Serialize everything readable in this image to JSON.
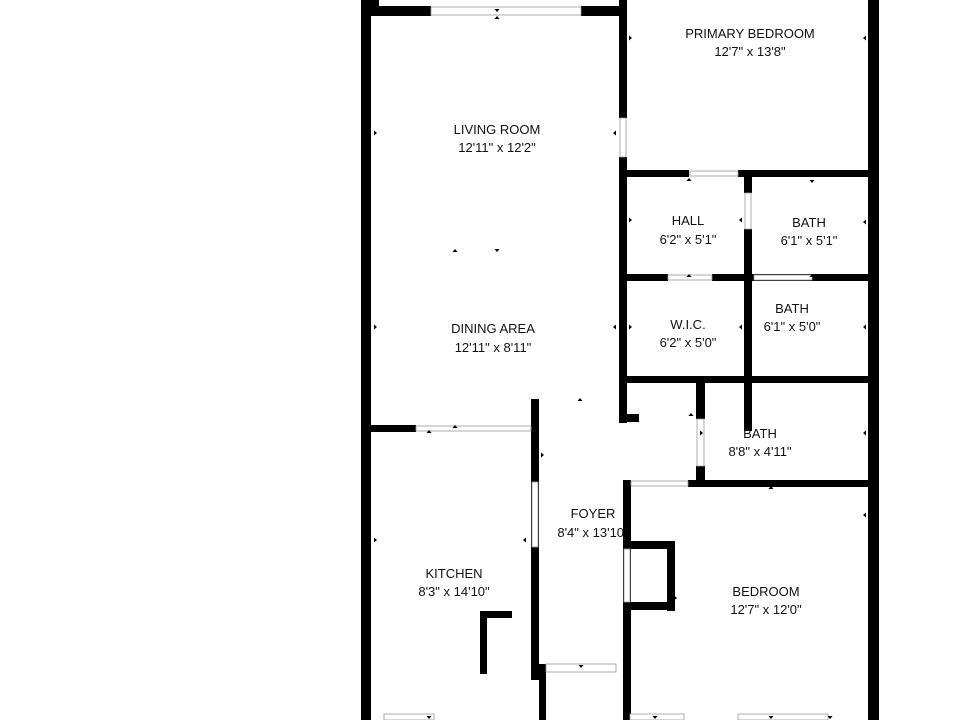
{
  "colors": {
    "background": "#ffffff",
    "wall": "#000000",
    "opening": "#ffffff",
    "opening_line": "#9a9a9a",
    "text": "#111111"
  },
  "rooms": {
    "primary_bedroom": {
      "name": "PRIMARY BEDROOM",
      "dim": "12'7\" x 13'8\""
    },
    "living_room": {
      "name": "LIVING ROOM",
      "dim": "12'11\" x 12'2\""
    },
    "hall": {
      "name": "HALL",
      "dim": "6'2\" x 5'1\""
    },
    "bath_1": {
      "name": "BATH",
      "dim": "6'1\" x 5'1\""
    },
    "wic": {
      "name": "W.I.C.",
      "dim": "6'2\" x 5'0\""
    },
    "bath_2": {
      "name": "BATH",
      "dim": "6'1\" x 5'0\""
    },
    "dining_area": {
      "name": "DINING AREA",
      "dim": "12'11\" x 8'11\""
    },
    "bath_3": {
      "name": "BATH",
      "dim": "8'8\" x 4'11\""
    },
    "foyer": {
      "name": "FOYER",
      "dim": "8'4\" x 13'10\""
    },
    "kitchen": {
      "name": "KITCHEN",
      "dim": "8'3\" x 14'10\""
    },
    "bedroom": {
      "name": "BEDROOM",
      "dim": "12'7\" x 12'0\""
    }
  }
}
